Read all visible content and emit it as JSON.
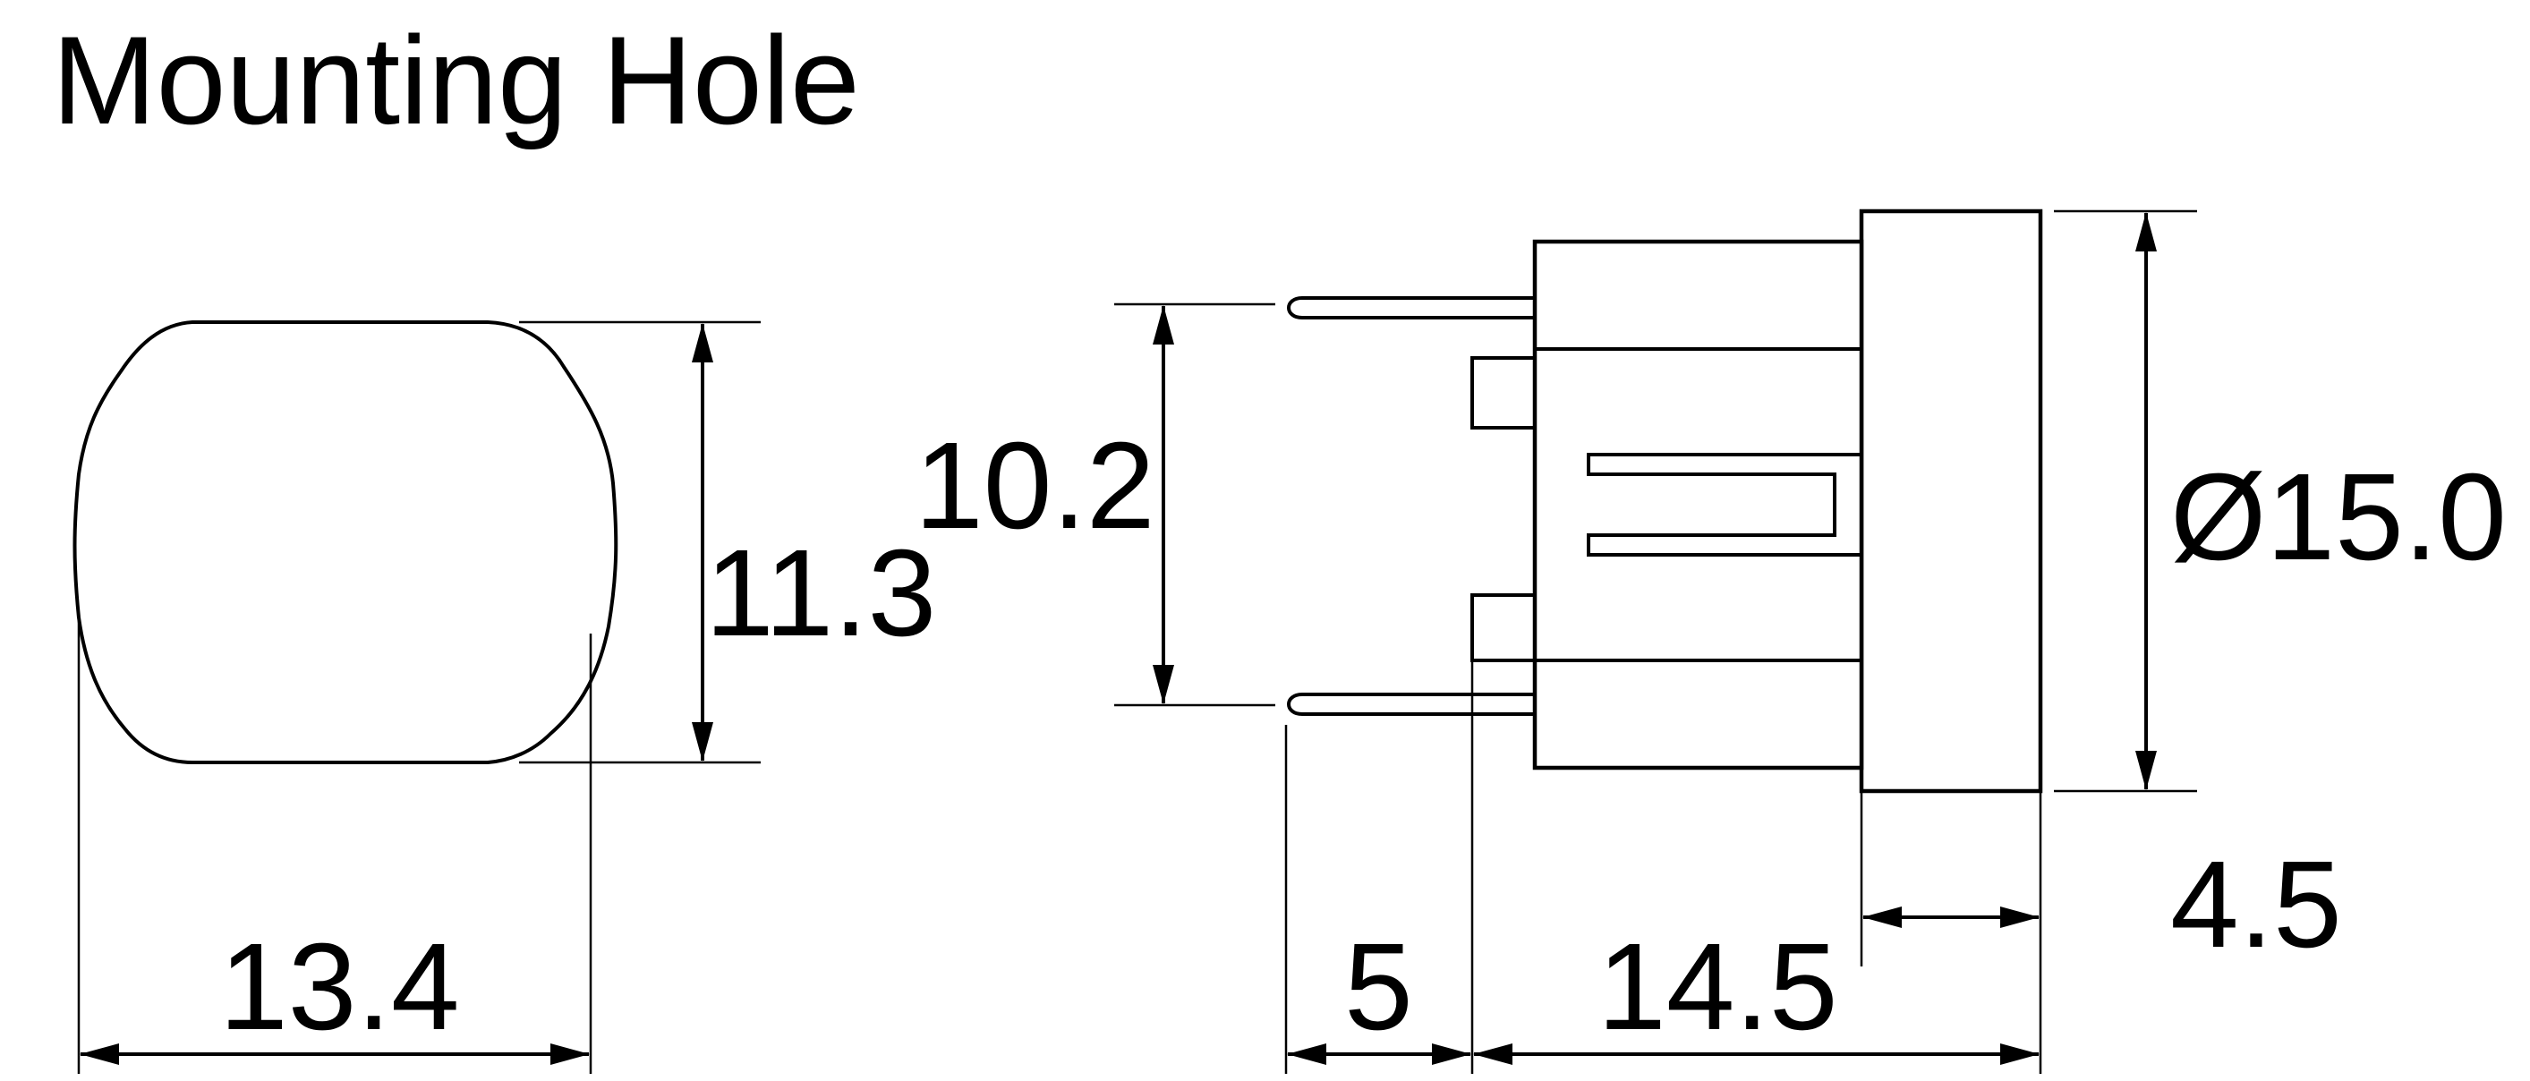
{
  "title": "Mounting Hole",
  "dimensions": {
    "hole_height": "11.3",
    "hole_width": "13.4",
    "pin_spacing": "10.2",
    "diameter": "Ø15.0",
    "flange_thickness": "4.5",
    "pin_length": "5",
    "body_length": "14.5"
  }
}
